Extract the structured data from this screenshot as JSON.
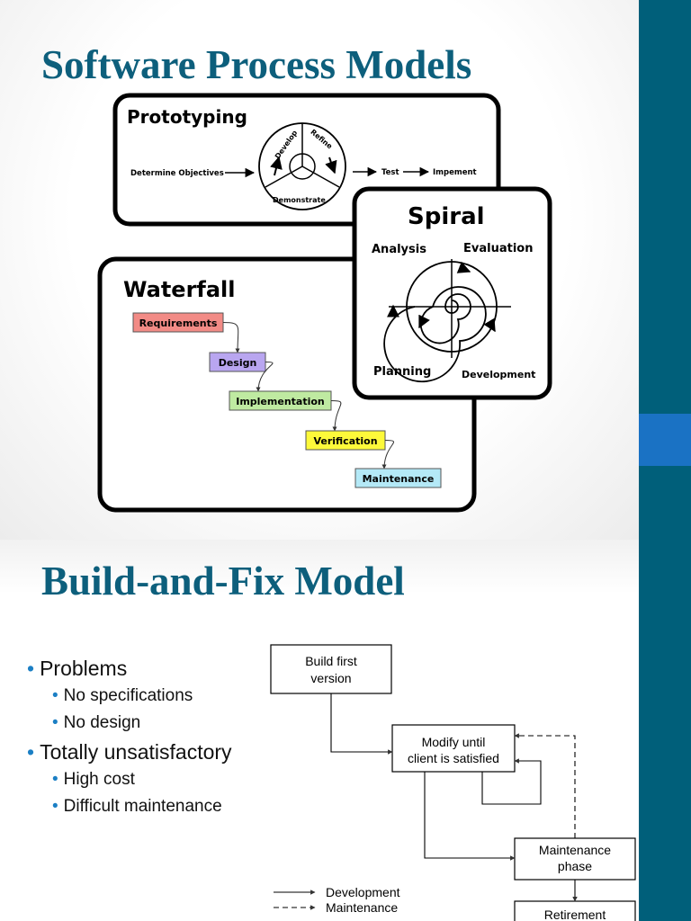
{
  "slide1": {
    "title": "Software Process Models",
    "prototyping": {
      "label": "Prototyping",
      "determine": "Determine Objectives",
      "develop": "Develop",
      "refine": "Refine",
      "demonstrate": "Demonstrate",
      "test": "Test",
      "implement": "Impement"
    },
    "spiral": {
      "label": "Spiral",
      "analysis": "Analysis",
      "evaluation": "Evaluation",
      "planning": "Planning",
      "development": "Development"
    },
    "waterfall": {
      "label": "Waterfall",
      "steps": [
        {
          "label": "Requirements",
          "color": "#f28b86"
        },
        {
          "label": "Design",
          "color": "#b9a6f0"
        },
        {
          "label": "Implementation",
          "color": "#bfeaa1"
        },
        {
          "label": "Verification",
          "color": "#fdf93a"
        },
        {
          "label": "Maintenance",
          "color": "#b4e9f7"
        }
      ]
    }
  },
  "slide2": {
    "title": "Build-and-Fix Model",
    "bullets": [
      {
        "text": "Problems",
        "sub": [
          "No specifications",
          "No design"
        ]
      },
      {
        "text": "Totally unsatisfactory",
        "sub": [
          "High cost",
          "Difficult maintenance"
        ]
      }
    ],
    "diagram": {
      "build_line1": "Build first",
      "build_line2": "version",
      "modify_line1": "Modify until",
      "modify_line2": "client is satisfied",
      "maint_line1": "Maintenance",
      "maint_line2": "phase",
      "retirement": "Retirement",
      "legend_development": "Development",
      "legend_maintenance": "Maintenance"
    }
  },
  "theme": {
    "title_color": "#0d5f7c",
    "sidebar_color": "#005f7a",
    "accent_color": "#1a72c4",
    "bullet_color": "#1b7fc4"
  }
}
